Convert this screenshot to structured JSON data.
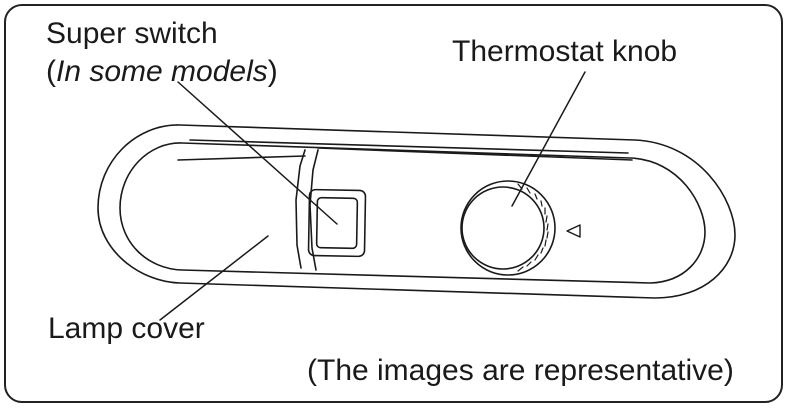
{
  "labels": {
    "super_switch": "Super switch",
    "models_prefix": "(",
    "models_note": "In some models",
    "models_suffix": ")",
    "thermostat_knob": "Thermostat knob",
    "lamp_cover": "Lamp cover",
    "disclaimer": "(The images are representative)"
  },
  "colors": {
    "line": "#1a1a1a",
    "background": "#ffffff"
  }
}
